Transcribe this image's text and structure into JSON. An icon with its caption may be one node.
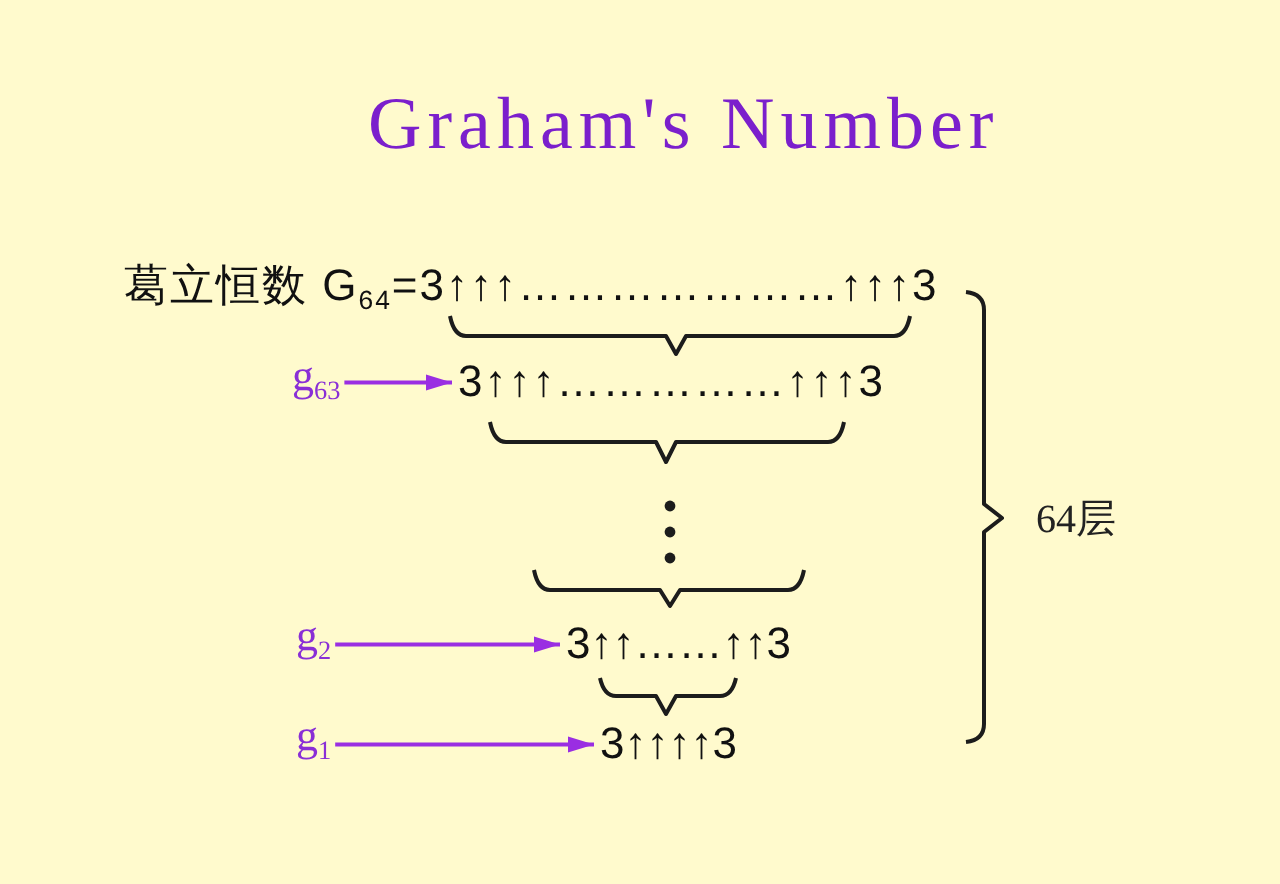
{
  "diagram": {
    "title": "Graham's Number",
    "nodes": [
      {
        "text": [
          "葛立恒数 G$_{64}$=3↑↑↑…………………↑↑↑3"
        ]
      },
      {
        "text": [
          "g$_{63}$"
        ]
      },
      {
        "text": [
          "3↑↑↑……………↑↑↑3"
        ]
      },
      {
        "text": [
          "g$_{2}$"
        ]
      },
      {
        "text": [
          "3↑↑……↑↑3"
        ]
      },
      {
        "text": [
          "g$_{1}$"
        ]
      },
      {
        "text": [
          "3↑↑↑↑3"
        ]
      }
    ],
    "edges": [
      {
        "from": 1,
        "to": 2,
        "arrow": "to"
      },
      {
        "from": 3,
        "to": 4,
        "arrow": "to"
      },
      {
        "from": 5,
        "to": 6,
        "arrow": "to"
      }
    ],
    "labels": [
      "64层"
    ]
  }
}
